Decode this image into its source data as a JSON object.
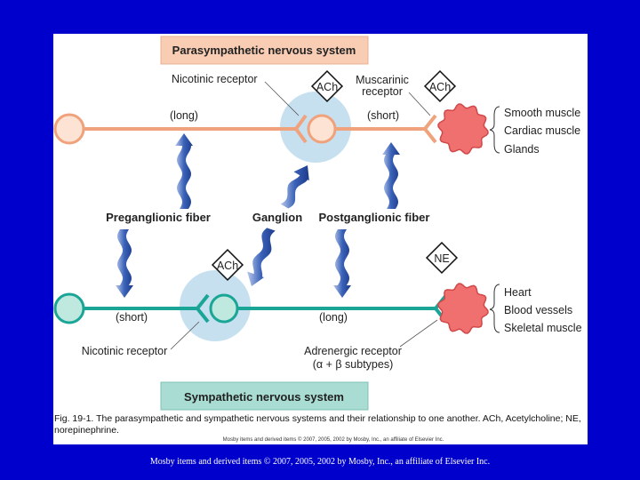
{
  "parasympathetic": {
    "title": "Parasympathetic nervous system",
    "nicotinic_receptor": "Nicotinic receptor",
    "muscarinic_receptor_line1": "Muscarinic",
    "muscarinic_receptor_line2": "receptor",
    "neurotransmitter_1": "ACh",
    "neurotransmitter_2": "ACh",
    "preganglionic_length": "(long)",
    "postganglionic_length": "(short)",
    "targets": [
      "Smooth muscle",
      "Cardiac muscle",
      "Glands"
    ]
  },
  "labels": {
    "preganglionic": "Preganglionic fiber",
    "ganglion": "Ganglion",
    "postganglionic": "Postganglionic fiber"
  },
  "sympathetic": {
    "title": "Sympathetic nervous system",
    "nicotinic_receptor": "Nicotinic receptor",
    "adrenergic_receptor_line1": "Adrenergic receptor",
    "adrenergic_receptor_line2": "(α + β subtypes)",
    "neurotransmitter_1": "ACh",
    "neurotransmitter_2": "NE",
    "preganglionic_length": "(short)",
    "postganglionic_length": "(long)",
    "targets": [
      "Heart",
      "Blood vessels",
      "Skeletal muscle"
    ]
  },
  "caption": {
    "line1": "Fig. 19-1. The parasympathetic and sympathetic nervous systems and their relationship to one another. ACh, Acetylcholine; NE,",
    "line2": "norepinephrine.",
    "copyright_small": "Mosby items and derived items © 2007, 2005, 2002 by Mosby, Inc., an affiliate of Elsevier Inc."
  },
  "footer": "Mosby items and derived items © 2007, 2005, 2002 by Mosby, Inc., an affiliate of Elsevier Inc.",
  "colors": {
    "background": "#0000cc",
    "parasympathetic": "#f0a27c",
    "sympathetic": "#1aa596",
    "target": "#f07070",
    "arrow": "#3a62b8"
  }
}
